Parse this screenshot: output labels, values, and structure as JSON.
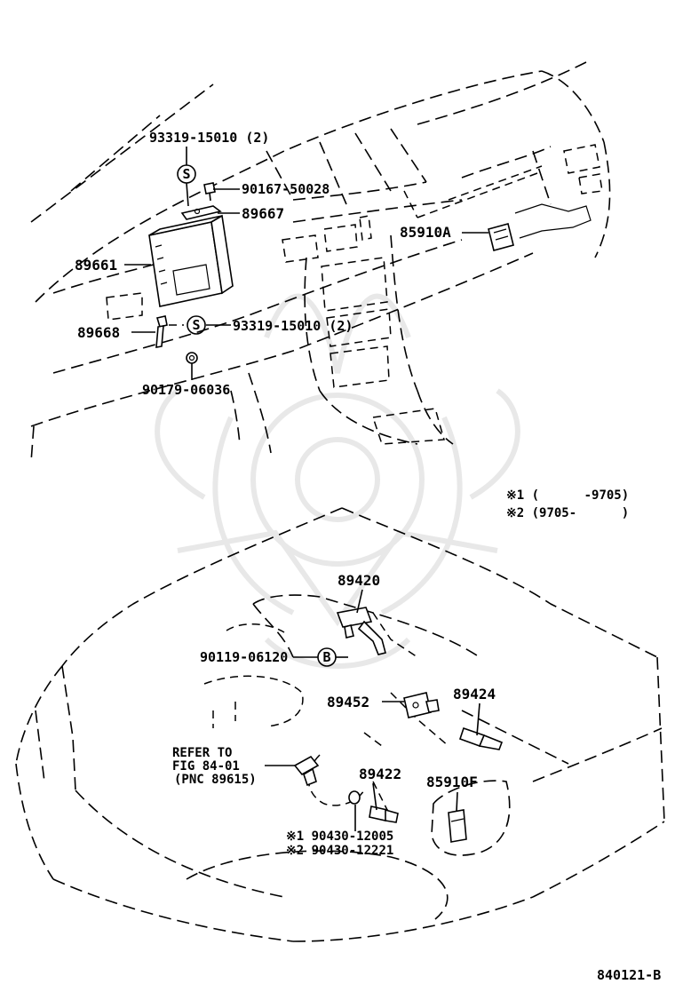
{
  "diagram": {
    "figure_code": "840121-B",
    "callouts": {
      "p93319_top": "93319-15010 (2)",
      "s_circle_top": "S",
      "p90167": "90167-50028",
      "p89667": "89667",
      "p89661": "89661",
      "p85910A": "85910A",
      "p89668": "89668",
      "s_circle_mid": "S",
      "p93319_mid": "93319-15010 (2)",
      "p90179": "90179-06036",
      "p89420": "89420",
      "p90119": "90119-06120",
      "b_circle": "B",
      "p89452": "89452",
      "p89424": "89424",
      "refer_line1": "REFER TO",
      "refer_line2": "FIG 84-01",
      "refer_line3": "(PNC 89615)",
      "p89422": "89422",
      "p85910F": "85910F",
      "p90430_1": "※1 90430-12005",
      "p90430_2": "※2 90430-12221"
    },
    "notes": {
      "note1": "※1 (      -9705)",
      "note2": "※2 (9705-      )"
    }
  }
}
